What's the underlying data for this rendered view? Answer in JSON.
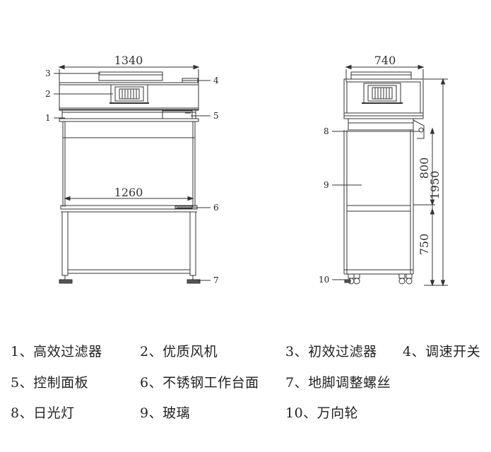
{
  "front_view": {
    "width_label": "1340",
    "inner_width_label": "1260",
    "callouts": [
      "3",
      "2",
      "1",
      "4",
      "5",
      "6",
      "7"
    ]
  },
  "side_view": {
    "depth_label": "740",
    "total_height_label": "1950",
    "upper_height_label": "800",
    "lower_height_label": "750",
    "callouts": [
      "8",
      "9",
      "10"
    ]
  },
  "legend": [
    {
      "text": "1、高效过滤器"
    },
    {
      "text": "2、优质风机"
    },
    {
      "text": "3、初效过滤器"
    },
    {
      "text": "4、调速开关"
    },
    {
      "text": "5、控制面板"
    },
    {
      "text": "6、不锈钢工作台面"
    },
    {
      "text": "7、地脚调整螺丝"
    },
    {
      "text": "8、日光灯"
    },
    {
      "text": "9、玻璃"
    },
    {
      "text": "10、万向轮"
    }
  ]
}
